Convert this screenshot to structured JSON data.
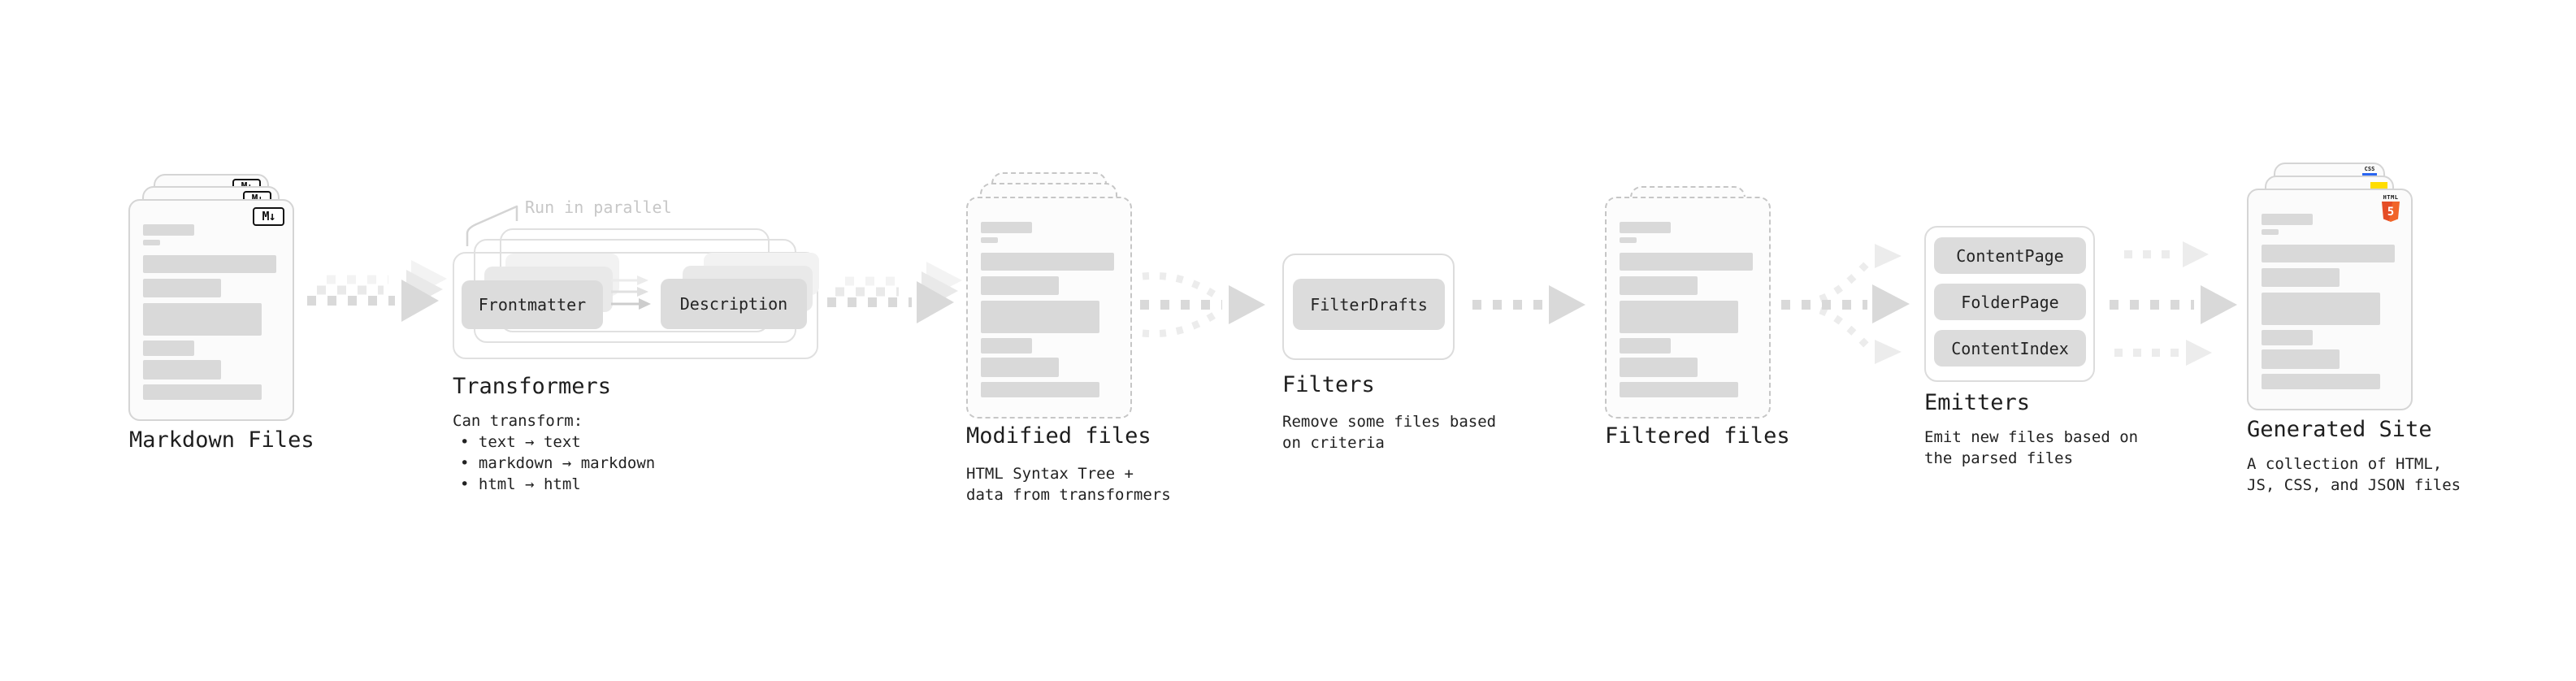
{
  "stages": {
    "markdown": {
      "label": "Markdown Files",
      "icon": "M↓"
    },
    "transformers": {
      "label": "Transformers",
      "note": "Run in parallel",
      "box_front": "Frontmatter",
      "box_back": "Description",
      "desc": "Can transform:",
      "bullet1": "• text → text",
      "bullet2": "• markdown → markdown",
      "bullet3": "• html → html"
    },
    "modified": {
      "label": "Modified files",
      "sub": "HTML Syntax Tree +\ndata from transformers"
    },
    "filters": {
      "label": "Filters",
      "box": "FilterDrafts",
      "sub": "Remove some files based\non criteria"
    },
    "filtered": {
      "label": "Filtered files"
    },
    "emitters": {
      "label": "Emitters",
      "box1": "ContentPage",
      "box2": "FolderPage",
      "box3": "ContentIndex",
      "sub": "Emit new files based on\nthe parsed files"
    },
    "generated": {
      "label": "Generated Site",
      "sub": "A collection of HTML,\nJS, CSS, and JSON files",
      "icon_html_word": "HTML",
      "icon_html_number": "5",
      "icon_css": "CSS"
    }
  },
  "colors": {
    "ink": "#1e1e1e",
    "note": "#c7c7c7",
    "bar": "#d9d9d9",
    "box": "#dcdcdc",
    "doc_border": "#d5d5d5",
    "dash_border": "#c6c6c6",
    "arrow_main": "#d9d9d9",
    "html5_orange": "#e54d26",
    "html5_orange_light": "#f16529",
    "js_yellow": "#ffdd00",
    "css_blue": "#2965f1"
  }
}
